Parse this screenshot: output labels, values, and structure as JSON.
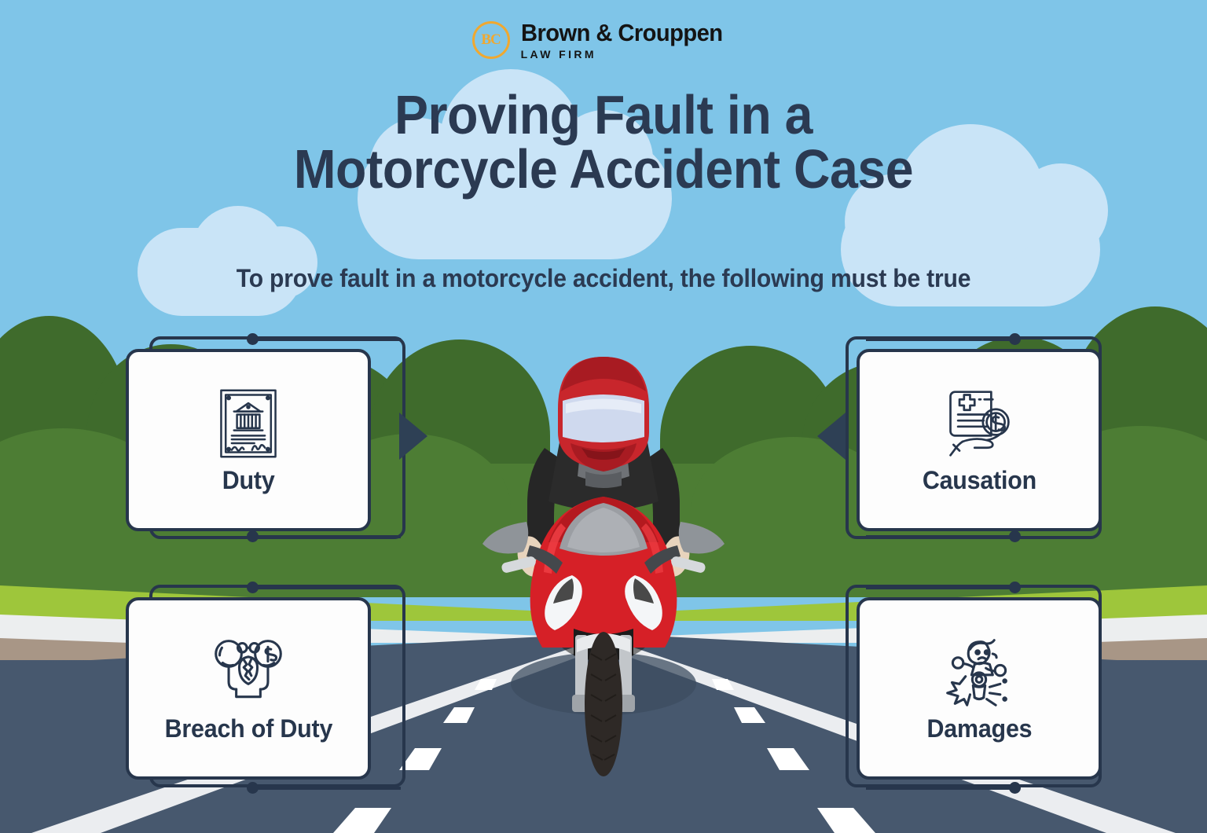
{
  "brand": {
    "monogram": "BC",
    "name": "Brown & Crouppen",
    "tagline": "LAW FIRM",
    "accent_color": "#f0a830"
  },
  "header": {
    "title_line1": "Proving Fault in a",
    "title_line2": "Motorcycle Accident Case",
    "subtitle": "To prove fault in a motorcycle accident, the following must be true",
    "text_color": "#2b3a52"
  },
  "cards": [
    {
      "id": "duty",
      "label": "Duty",
      "icon": "certificate-icon",
      "position": "top-left"
    },
    {
      "id": "causation",
      "label": "Causation",
      "icon": "medical-bill-hand-icon",
      "position": "top-right"
    },
    {
      "id": "breach-of-duty",
      "label": "Breach of Duty",
      "icon": "broken-scales-icon",
      "position": "bottom-left"
    },
    {
      "id": "damages",
      "label": "Damages",
      "icon": "motorcycle-crash-icon",
      "position": "bottom-right"
    }
  ],
  "scene": {
    "sky_color": "#7fc5e8",
    "cloud_color": "#c9e4f7",
    "bush_back_color": "#3f6b2c",
    "bush_mid_color": "#4d7d34",
    "grass_color": "#9ec63b",
    "road_color": "#47586e",
    "lane_marking_color": "#ffffff",
    "motorcycle_color": "#d62027",
    "helmet_color": "#c8262c",
    "visor_color": "#cfd9ee",
    "jacket_color": "#2a2a2a"
  }
}
